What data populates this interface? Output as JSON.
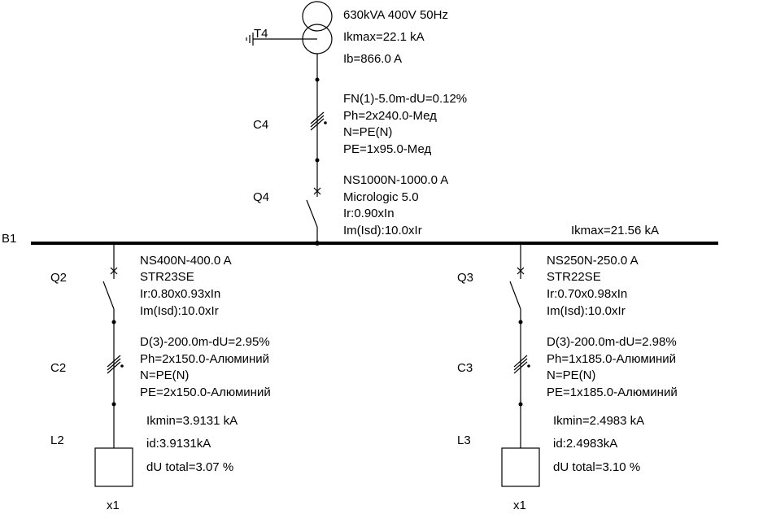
{
  "colors": {
    "line": "#000000",
    "background": "#ffffff"
  },
  "transformer": {
    "id": "T4",
    "rating": "630kVA 400V 50Hz",
    "ikmax": "Ikmax=22.1 kA",
    "ib": "Ib=866.0 A"
  },
  "incoming_cable": {
    "id": "C4",
    "line1": "FN(1)-5.0m-dU=0.12%",
    "line2": "Ph=2x240.0-Мед",
    "line3": "N=PE(N)",
    "line4": "PE=1x95.0-Мед"
  },
  "incoming_breaker": {
    "id": "Q4",
    "line1": "NS1000N-1000.0 A",
    "line2": "Micrologic 5.0",
    "line3": "Ir:0.90xIn",
    "line4": "Im(Isd):10.0xIr"
  },
  "busbar": {
    "id": "B1",
    "ikmax": "Ikmax=21.56 kA"
  },
  "feeders": [
    {
      "breaker": {
        "id": "Q2",
        "line1": "NS400N-400.0 A",
        "line2": "STR23SE",
        "line3": "Ir:0.80x0.93xIn",
        "line4": "Im(Isd):10.0xIr"
      },
      "cable": {
        "id": "C2",
        "line1": "D(3)-200.0m-dU=2.95%",
        "line2": "Ph=2x150.0-Алюминий",
        "line3": "N=PE(N)",
        "line4": "PE=2x150.0-Алюминий"
      },
      "load": {
        "id": "L2",
        "ikmin": "Ikmin=3.9131 kA",
        "id_value": "id:3.9131kA",
        "du_total": "dU total=3.07 %",
        "multiplier": "x1"
      }
    },
    {
      "breaker": {
        "id": "Q3",
        "line1": "NS250N-250.0 A",
        "line2": "STR22SE",
        "line3": "Ir:0.70x0.98xIn",
        "line4": "Im(Isd):10.0xIr"
      },
      "cable": {
        "id": "C3",
        "line1": "D(3)-200.0m-dU=2.98%",
        "line2": "Ph=1x185.0-Алюминий",
        "line3": "N=PE(N)",
        "line4": "PE=1x185.0-Алюминий"
      },
      "load": {
        "id": "L3",
        "ikmin": "Ikmin=2.4983 kA",
        "id_value": "id:2.4983kA",
        "du_total": "dU total=3.10 %",
        "multiplier": "x1"
      }
    }
  ]
}
